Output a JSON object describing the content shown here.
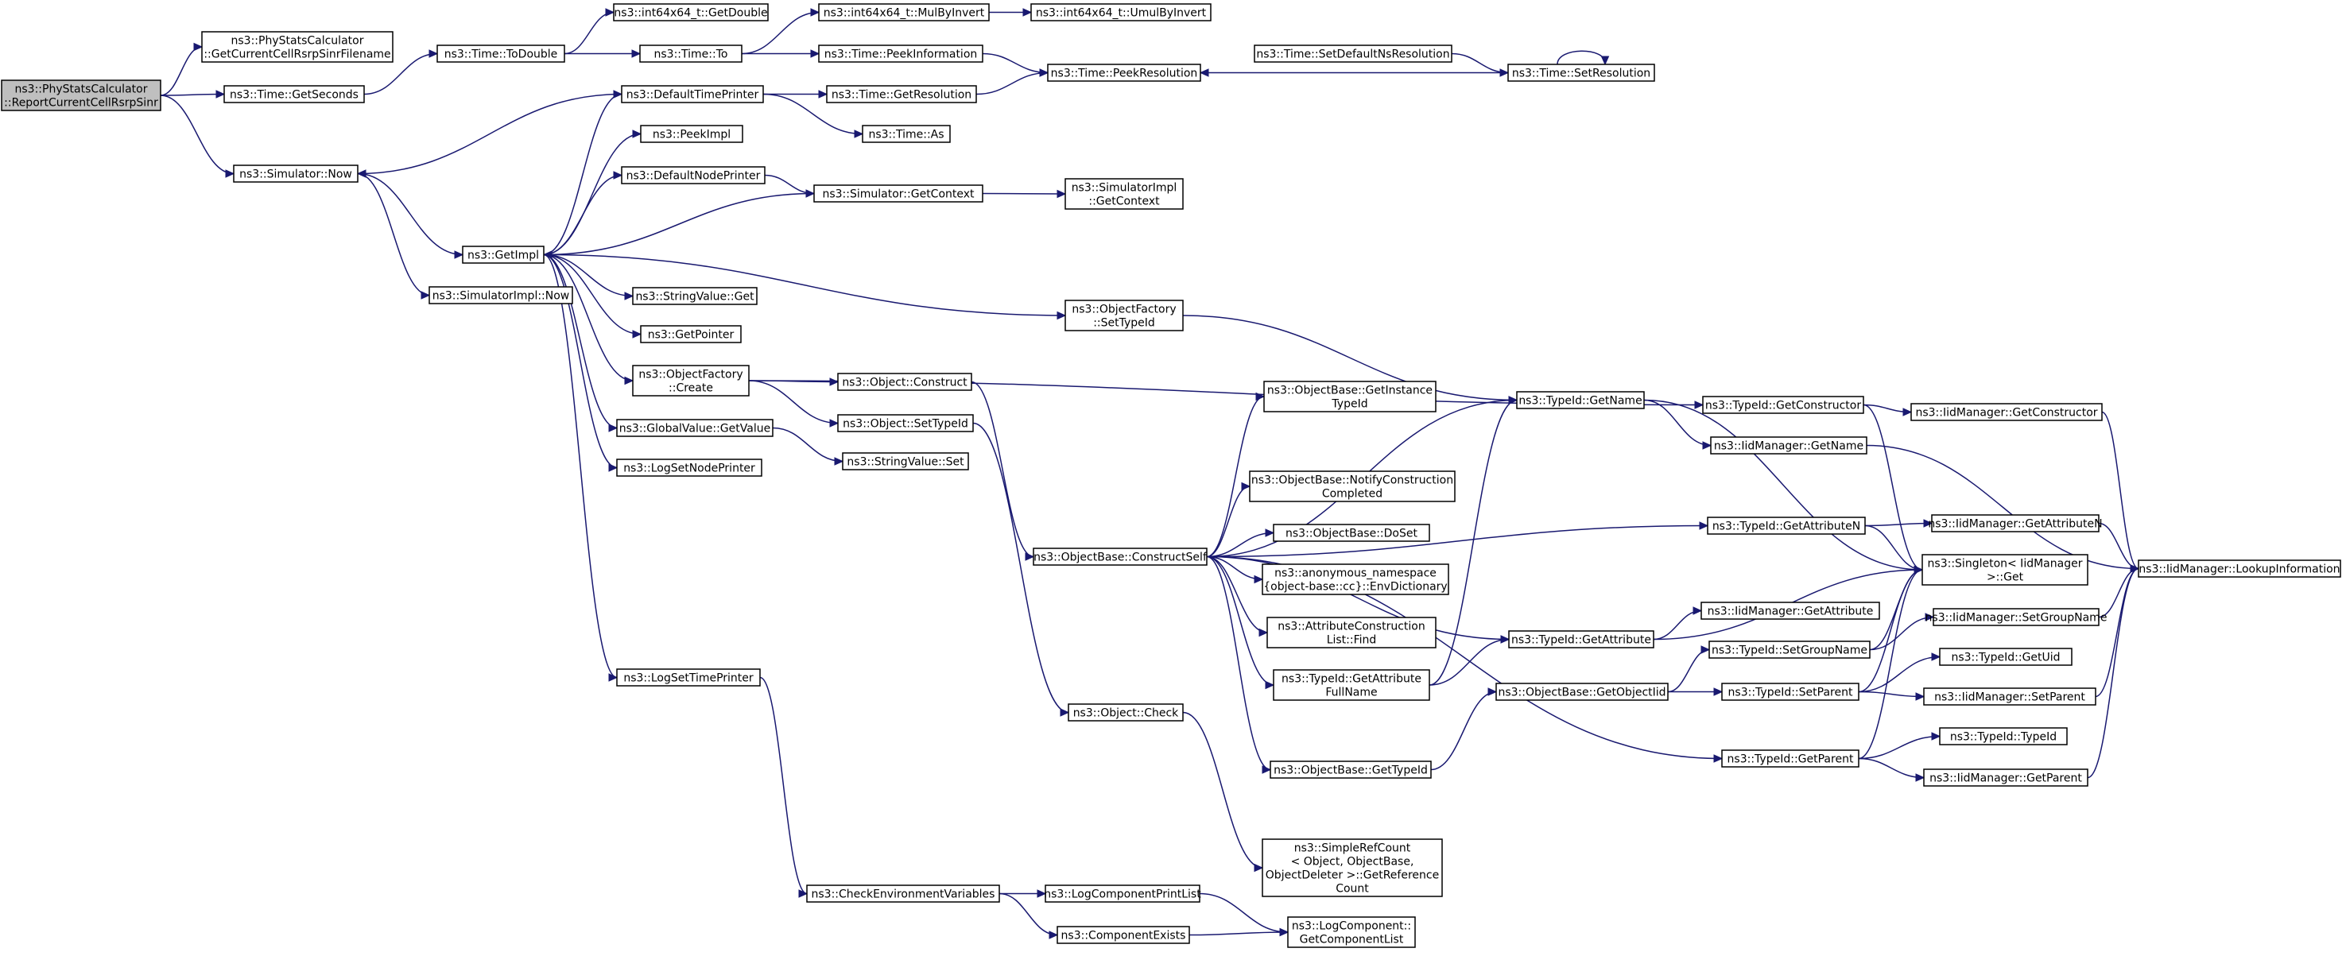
{
  "graph": {
    "nodes": [
      {
        "id": "root",
        "lines": [
          "ns3::PhyStatsCalculator",
          "::ReportCurrentCellRsrpSinr"
        ],
        "root": true
      },
      {
        "id": "getfile",
        "lines": [
          "ns3::PhyStatsCalculator",
          "::GetCurrentCellRsrpSinrFilename"
        ]
      },
      {
        "id": "getseconds",
        "lines": [
          "ns3::Time::GetSeconds"
        ]
      },
      {
        "id": "simnow",
        "lines": [
          "ns3::Simulator::Now"
        ]
      },
      {
        "id": "todouble",
        "lines": [
          "ns3::Time::ToDouble"
        ]
      },
      {
        "id": "int64getdouble",
        "lines": [
          "ns3::int64x64_t::GetDouble"
        ]
      },
      {
        "id": "timeto",
        "lines": [
          "ns3::Time::To"
        ]
      },
      {
        "id": "mulbyinvert",
        "lines": [
          "ns3::int64x64_t::MulByInvert"
        ]
      },
      {
        "id": "umulbyinvert",
        "lines": [
          "ns3::int64x64_t::UmulByInvert"
        ]
      },
      {
        "id": "peekinfo",
        "lines": [
          "ns3::Time::PeekInformation"
        ]
      },
      {
        "id": "peekres",
        "lines": [
          "ns3::Time::PeekResolution"
        ]
      },
      {
        "id": "setdefaultns",
        "lines": [
          "ns3::Time::SetDefaultNsResolution"
        ]
      },
      {
        "id": "setres",
        "lines": [
          "ns3::Time::SetResolution"
        ]
      },
      {
        "id": "defaulttimeprinter",
        "lines": [
          "ns3::DefaultTimePrinter"
        ]
      },
      {
        "id": "getresolution",
        "lines": [
          "ns3::Time::GetResolution"
        ]
      },
      {
        "id": "timeas",
        "lines": [
          "ns3::Time::As"
        ]
      },
      {
        "id": "peekimpl",
        "lines": [
          "ns3::PeekImpl"
        ]
      },
      {
        "id": "defaultnodeprinter",
        "lines": [
          "ns3::DefaultNodePrinter"
        ]
      },
      {
        "id": "simgetcontext",
        "lines": [
          "ns3::Simulator::GetContext"
        ]
      },
      {
        "id": "simimplgetcontext",
        "lines": [
          "ns3::SimulatorImpl",
          "::GetContext"
        ]
      },
      {
        "id": "getimpl",
        "lines": [
          "ns3::GetImpl"
        ]
      },
      {
        "id": "simimplnow",
        "lines": [
          "ns3::SimulatorImpl::Now"
        ]
      },
      {
        "id": "stringvalueget",
        "lines": [
          "ns3::StringValue::Get"
        ]
      },
      {
        "id": "getpointer",
        "lines": [
          "ns3::GetPointer"
        ]
      },
      {
        "id": "objfactorysettypeid",
        "lines": [
          "ns3::ObjectFactory",
          "::SetTypeId"
        ]
      },
      {
        "id": "objfactorycreate",
        "lines": [
          "ns3::ObjectFactory",
          "::Create"
        ]
      },
      {
        "id": "objconstruct",
        "lines": [
          "ns3::Object::Construct"
        ]
      },
      {
        "id": "objsettypeid",
        "lines": [
          "ns3::Object::SetTypeId"
        ]
      },
      {
        "id": "globalvaluegetvalue",
        "lines": [
          "ns3::GlobalValue::GetValue"
        ]
      },
      {
        "id": "stringvalueset",
        "lines": [
          "ns3::StringValue::Set"
        ]
      },
      {
        "id": "logsetnodeprinter",
        "lines": [
          "ns3::LogSetNodePrinter"
        ]
      },
      {
        "id": "logsettimeprinter",
        "lines": [
          "ns3::LogSetTimePrinter"
        ]
      },
      {
        "id": "checkenv",
        "lines": [
          "ns3::CheckEnvironmentVariables"
        ]
      },
      {
        "id": "logcompprintlist",
        "lines": [
          "ns3::LogComponentPrintList"
        ]
      },
      {
        "id": "componentexists",
        "lines": [
          "ns3::ComponentExists"
        ]
      },
      {
        "id": "getcomponentlist",
        "lines": [
          "ns3::LogComponent::",
          "GetComponentList"
        ]
      },
      {
        "id": "objcheck",
        "lines": [
          "ns3::Object::Check"
        ]
      },
      {
        "id": "simplerefcount",
        "lines": [
          "ns3::SimpleRefCount",
          "< Object, ObjectBase,",
          "ObjectDeleter >::GetReference",
          "Count"
        ]
      },
      {
        "id": "constructself",
        "lines": [
          "ns3::ObjectBase::ConstructSelf"
        ]
      },
      {
        "id": "getinstancetypeid",
        "lines": [
          "ns3::ObjectBase::GetInstance",
          "TypeId"
        ]
      },
      {
        "id": "notifyconstruction",
        "lines": [
          "ns3::ObjectBase::NotifyConstruction",
          "Completed"
        ]
      },
      {
        "id": "doset",
        "lines": [
          "ns3::ObjectBase::DoSet"
        ]
      },
      {
        "id": "envdictionary",
        "lines": [
          "ns3::anonymous_namespace",
          "{object-base::cc}::EnvDictionary"
        ]
      },
      {
        "id": "attrconstructionfind",
        "lines": [
          "ns3::AttributeConstruction",
          "List::Find"
        ]
      },
      {
        "id": "getattrfullname",
        "lines": [
          "ns3::TypeId::GetAttribute",
          "FullName"
        ]
      },
      {
        "id": "objbasegettypeid",
        "lines": [
          "ns3::ObjectBase::GetTypeId"
        ]
      },
      {
        "id": "typeidgetname",
        "lines": [
          "ns3::TypeId::GetName"
        ]
      },
      {
        "id": "typeidgetattribute",
        "lines": [
          "ns3::TypeId::GetAttribute"
        ]
      },
      {
        "id": "getobjectiid",
        "lines": [
          "ns3::ObjectBase::GetObjectIid"
        ]
      },
      {
        "id": "typeidgetconstructor",
        "lines": [
          "ns3::TypeId::GetConstructor"
        ]
      },
      {
        "id": "iidmgrgetname",
        "lines": [
          "ns3::IidManager::GetName"
        ]
      },
      {
        "id": "typeidgetattributen",
        "lines": [
          "ns3::TypeId::GetAttributeN"
        ]
      },
      {
        "id": "iidmgrgetattribute",
        "lines": [
          "ns3::IidManager::GetAttribute"
        ]
      },
      {
        "id": "typeidsetgroupname",
        "lines": [
          "ns3::TypeId::SetGroupName"
        ]
      },
      {
        "id": "typeidsetparent",
        "lines": [
          "ns3::TypeId::SetParent"
        ]
      },
      {
        "id": "typeidgetparent",
        "lines": [
          "ns3::TypeId::GetParent"
        ]
      },
      {
        "id": "iidmgrgetconstructor",
        "lines": [
          "ns3::IidManager::GetConstructor"
        ]
      },
      {
        "id": "singletonget",
        "lines": [
          "ns3::Singleton< IidManager",
          ">::Get"
        ]
      },
      {
        "id": "iidmgrgetattributen",
        "lines": [
          "ns3::IidManager::GetAttributeN"
        ]
      },
      {
        "id": "iidmgrsetgroupname",
        "lines": [
          "ns3::IidManager::SetGroupName"
        ]
      },
      {
        "id": "typeidgetuid",
        "lines": [
          "ns3::TypeId::GetUid"
        ]
      },
      {
        "id": "iidmgrsetparent",
        "lines": [
          "ns3::IidManager::SetParent"
        ]
      },
      {
        "id": "typeidtypeid",
        "lines": [
          "ns3::TypeId::TypeId"
        ]
      },
      {
        "id": "iidmgrgetparent",
        "lines": [
          "ns3::IidManager::GetParent"
        ]
      },
      {
        "id": "lookupinformation",
        "lines": [
          "ns3::IidManager::LookupInformation"
        ]
      }
    ],
    "edges": [
      [
        "root",
        "getfile"
      ],
      [
        "root",
        "getseconds"
      ],
      [
        "root",
        "simnow"
      ],
      [
        "getseconds",
        "todouble"
      ],
      [
        "todouble",
        "int64getdouble"
      ],
      [
        "todouble",
        "timeto"
      ],
      [
        "timeto",
        "mulbyinvert"
      ],
      [
        "mulbyinvert",
        "umulbyinvert"
      ],
      [
        "timeto",
        "peekinfo"
      ],
      [
        "peekinfo",
        "peekres"
      ],
      [
        "setdefaultns",
        "setres"
      ],
      [
        "setres",
        "setres"
      ],
      [
        "setres",
        "peekres"
      ],
      [
        "simnow",
        "getimpl"
      ],
      [
        "simnow",
        "simimplnow"
      ],
      [
        "defaulttimeprinter",
        "simnow"
      ],
      [
        "defaulttimeprinter",
        "getresolution"
      ],
      [
        "defaulttimeprinter",
        "timeas"
      ],
      [
        "getresolution",
        "peekres"
      ],
      [
        "getimpl",
        "defaulttimeprinter"
      ],
      [
        "getimpl",
        "peekimpl"
      ],
      [
        "getimpl",
        "defaultnodeprinter"
      ],
      [
        "defaultnodeprinter",
        "simgetcontext"
      ],
      [
        "simgetcontext",
        "getimpl"
      ],
      [
        "simgetcontext",
        "simimplgetcontext"
      ],
      [
        "getimpl",
        "stringvalueget"
      ],
      [
        "getimpl",
        "getpointer"
      ],
      [
        "getimpl",
        "objfactorysettypeid"
      ],
      [
        "getimpl",
        "objfactorycreate"
      ],
      [
        "getimpl",
        "globalvaluegetvalue"
      ],
      [
        "getimpl",
        "logsetnodeprinter"
      ],
      [
        "getimpl",
        "logsettimeprinter"
      ],
      [
        "objfactorysettypeid",
        "typeidgetname"
      ],
      [
        "objfactorycreate",
        "typeidgetconstructor"
      ],
      [
        "objfactorycreate",
        "objconstruct"
      ],
      [
        "objfactorycreate",
        "objsettypeid"
      ],
      [
        "globalvaluegetvalue",
        "stringvalueset"
      ],
      [
        "objconstruct",
        "constructself"
      ],
      [
        "objsettypeid",
        "objcheck"
      ],
      [
        "logsettimeprinter",
        "checkenv"
      ],
      [
        "checkenv",
        "logcompprintlist"
      ],
      [
        "checkenv",
        "componentexists"
      ],
      [
        "logcompprintlist",
        "getcomponentlist"
      ],
      [
        "componentexists",
        "getcomponentlist"
      ],
      [
        "objcheck",
        "simplerefcount"
      ],
      [
        "constructself",
        "typeidgetname"
      ],
      [
        "constructself",
        "getinstancetypeid"
      ],
      [
        "constructself",
        "typeidgetattributen"
      ],
      [
        "constructself",
        "notifyconstruction"
      ],
      [
        "constructself",
        "doset"
      ],
      [
        "constructself",
        "envdictionary"
      ],
      [
        "constructself",
        "attrconstructionfind"
      ],
      [
        "constructself",
        "getattrfullname"
      ],
      [
        "constructself",
        "typeidgetattribute"
      ],
      [
        "constructself",
        "objbasegettypeid"
      ],
      [
        "constructself",
        "typeidgetparent"
      ],
      [
        "getattrfullname",
        "typeidgetname"
      ],
      [
        "getattrfullname",
        "typeidgetattribute"
      ],
      [
        "objbasegettypeid",
        "getobjectiid"
      ],
      [
        "typeidgetname",
        "iidmgrgetname"
      ],
      [
        "typeidgetname",
        "singletonget"
      ],
      [
        "typeidgetattribute",
        "singletonget"
      ],
      [
        "typeidgetattribute",
        "iidmgrgetattribute"
      ],
      [
        "getobjectiid",
        "typeidsetgroupname"
      ],
      [
        "getobjectiid",
        "typeidsetparent"
      ],
      [
        "typeidgetconstructor",
        "iidmgrgetconstructor"
      ],
      [
        "typeidgetconstructor",
        "singletonget"
      ],
      [
        "iidmgrgetname",
        "lookupinformation"
      ],
      [
        "typeidgetattributen",
        "singletonget"
      ],
      [
        "typeidgetattributen",
        "iidmgrgetattributen"
      ],
      [
        "typeidsetgroupname",
        "singletonget"
      ],
      [
        "typeidsetgroupname",
        "iidmgrsetgroupname"
      ],
      [
        "typeidsetparent",
        "singletonget"
      ],
      [
        "typeidsetparent",
        "typeidgetuid"
      ],
      [
        "typeidsetparent",
        "iidmgrsetparent"
      ],
      [
        "typeidgetparent",
        "singletonget"
      ],
      [
        "typeidgetparent",
        "typeidtypeid"
      ],
      [
        "typeidgetparent",
        "iidmgrgetparent"
      ],
      [
        "iidmgrgetconstructor",
        "lookupinformation"
      ],
      [
        "iidmgrgetattributen",
        "lookupinformation"
      ],
      [
        "iidmgrsetgroupname",
        "lookupinformation"
      ],
      [
        "iidmgrsetparent",
        "lookupinformation"
      ],
      [
        "iidmgrgetparent",
        "lookupinformation"
      ]
    ]
  }
}
